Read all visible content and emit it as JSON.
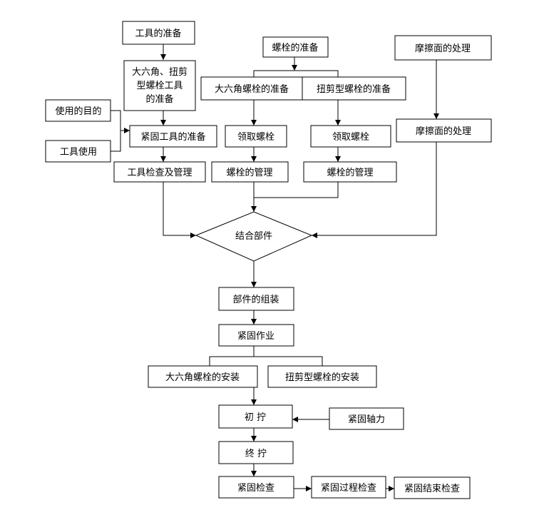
{
  "nodes": {
    "tool_prep": "工具的准备",
    "bolt_tool_prep": [
      "大六角、扭剪",
      "型螺栓工具",
      "的准备"
    ],
    "purpose": "使用的目的",
    "tool_use": "工具使用",
    "tighten_tool_prep": "紧固工具的准备",
    "tool_check_manage": "工具检查及管理",
    "bolt_prep": "螺栓的准备",
    "hex_bolt_prep": "大六角螺栓的准备",
    "torshear_bolt_prep": "扭剪型螺栓的准备",
    "receive_bolt_1": "领取螺栓",
    "receive_bolt_2": "领取螺栓",
    "bolt_manage_1": "螺栓的管理",
    "bolt_manage_2": "螺栓的管理",
    "friction_treat_1": "摩擦面的处理",
    "friction_treat_2": "摩擦面的处理",
    "joint_parts": "结合部件",
    "parts_assembly": "部件的组装",
    "tightening_work": "紧固作业",
    "hex_bolt_install": "大六角螺栓的安装",
    "torshear_bolt_install": "扭剪型螺栓的安装",
    "initial_tighten": "初 拧",
    "tighten_axial_force": "紧固轴力",
    "final_tighten": "终 拧",
    "tighten_check": "紧固检查",
    "process_check": "紧固过程检查",
    "end_check": "紧固结束检查"
  }
}
